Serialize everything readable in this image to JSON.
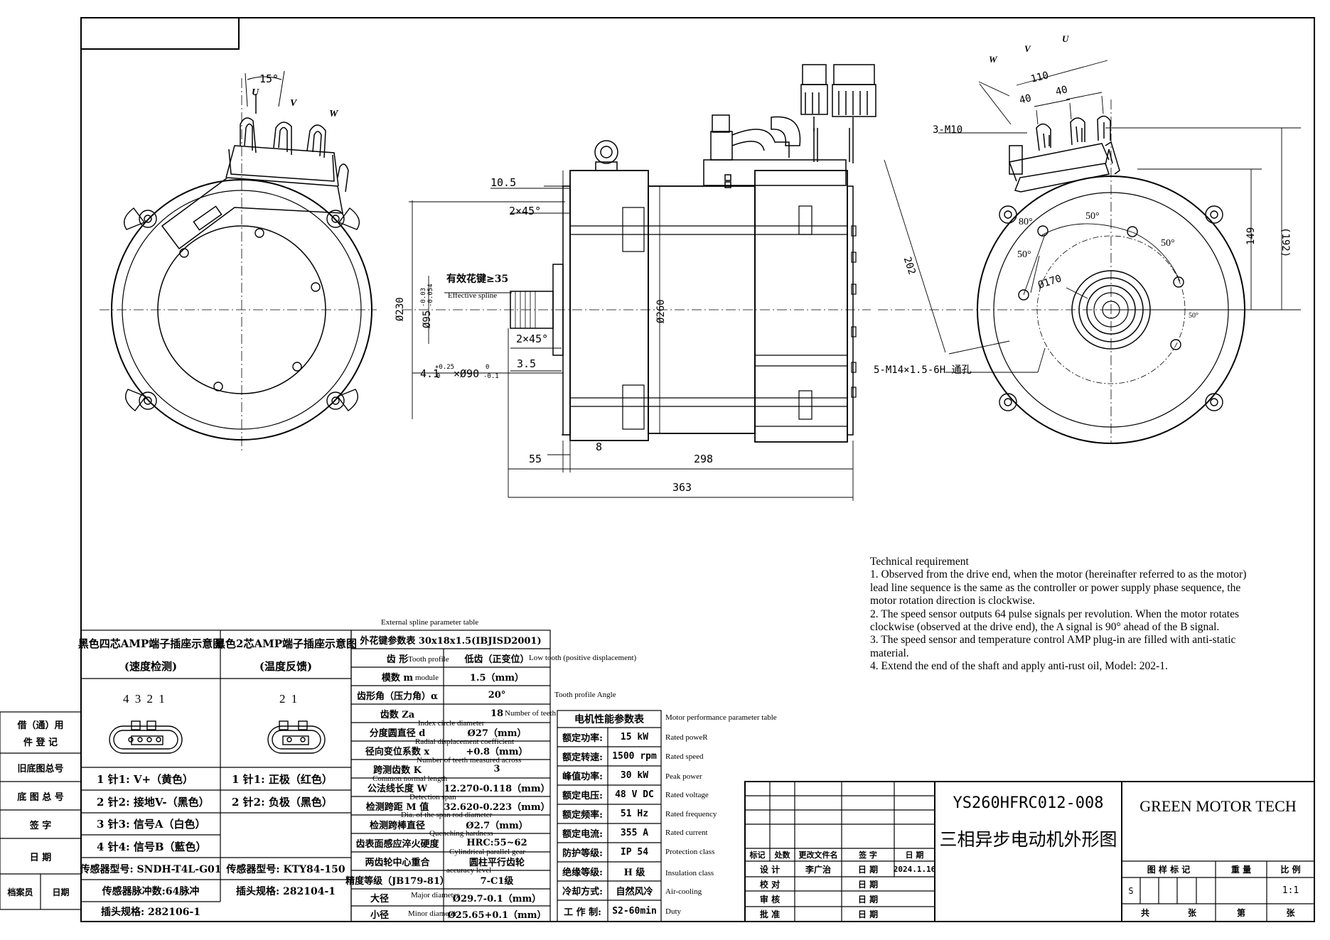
{
  "front_view": {
    "angle": "15°",
    "phases": [
      "U",
      "V",
      "W"
    ]
  },
  "side_view": {
    "dims": {
      "d105": "10.5",
      "c1": "2×45°",
      "c2": "2×45°",
      "d35": "3.5",
      "d230": "Ø230",
      "d95": "Ø95",
      "d95_tol_up": "-0.03",
      "d95_tol_dn": "-0.054",
      "d260": "Ø260",
      "d55": "55",
      "d8": "8",
      "d298": "298",
      "d363": "363",
      "key_main": "4.1",
      "key_up": "+0.25",
      "key_dn": "0",
      "key_x": "×Ø90",
      "key_x_up": "0",
      "key_x_dn": "-0.1"
    },
    "spline_label": "有效花键≥35",
    "spline_label_en": "Effective spline"
  },
  "end_view": {
    "phases": [
      "W",
      "V",
      "U"
    ],
    "dims": {
      "d110": "110",
      "d40a": "40",
      "d40b": "40",
      "m10": "3-M10",
      "d202": "202",
      "d192": "(192)",
      "d149": "149",
      "a80": "80°",
      "a50a": "50°",
      "a50b": "50°",
      "a50c": "50°",
      "a50d": "50°",
      "d170": "Ø170"
    },
    "holes": "5-M14×1.5-6H 通孔"
  },
  "tech": {
    "title": "Technical requirement",
    "items": [
      "1. Observed from the drive end, when the motor (hereinafter referred to as the motor) lead line sequence is the same as the controller or power supply phase sequence, the motor rotation direction is clockwise.",
      "2. The speed sensor outputs 64 pulse signals per revolution. When the motor rotates clockwise (observed at the drive end), the A signal is 90° ahead of the B signal.",
      "3. The speed sensor and temperature control AMP plug-in are filled with anti-static material.",
      "4. Extend the end of the shaft and apply anti-rust oil, Model: 202-1."
    ]
  },
  "left_side_table": {
    "rows": [
      "借（通）用",
      "件 登 记",
      "旧底图总号",
      "底 图 总 号",
      "签 字",
      "日 期"
    ],
    "archive": "档案员",
    "date": "日期"
  },
  "connector": {
    "h1a": "黑色四芯AMP端子插座示意图",
    "h1b": "(速度检测)",
    "h2a": "黑色2芯AMP端子插座示意图",
    "h2b": "(温度反馈)",
    "pins4": "4 3 2 1",
    "pins2": "2 1",
    "left_rows": [
      "1  针1:    V+（黄色）",
      "2  针2: 接地V-（黑色）",
      "3  针3: 信号A（白色）",
      "4  针4: 信号B（藍色）"
    ],
    "right_rows": [
      "1  针1: 正极（红色）",
      "2  针2: 负极（黑色）"
    ],
    "model1": "传感器型号: SNDH-T4L-G01",
    "model2": "传感器型号: KTY84-150",
    "pulse": "传感器脉冲数:64脉冲",
    "plug2": "插头规格: 282104-1",
    "plug1": "插头规格: 282106-1"
  },
  "spline_table": {
    "caption": "External spline parameter table",
    "header": "外花键参数表 30x18x1.5(IBJISD2001)",
    "rows": [
      {
        "k": "齿 形",
        "v": "低齿（正变位）",
        "en": "Tooth profile",
        "en2": "Low tooth (positive displacement)"
      },
      {
        "k": "模数 m",
        "v": "1.5（mm）",
        "en": "module"
      },
      {
        "k": "齿形角（压力角）α",
        "v": "20°",
        "en2": "Tooth profile Angle"
      },
      {
        "k": "齿数 Za",
        "v": "18",
        "en2": "Number of teeth"
      },
      {
        "k": "分度圆直径 d",
        "v": "Ø27（mm）",
        "en": "Index circle diameter"
      },
      {
        "k": "径向变位系数 x",
        "v": "+0.8（mm）",
        "en": "Radial displacement coefficient"
      },
      {
        "k": "跨测齿数 K",
        "v": "3",
        "en": "Number of teeth measured across"
      },
      {
        "k": "公法线长度 W",
        "v": "12.270-0.118（mm）",
        "en": "Common normal length"
      },
      {
        "k": "检测跨距 M 值",
        "v": "32.620-0.223（mm）",
        "en": "Detection span"
      },
      {
        "k": "检测跨棒直径",
        "v": "Ø2.7（mm）",
        "en": "Dia. of the span rod diameter"
      },
      {
        "k": "齿表面感应淬火硬度",
        "v": "HRC:55~62",
        "en": "Quenching hardness"
      },
      {
        "k": "两齿轮中心重合",
        "v": "圆柱平行齿轮",
        "en": "Cylindrical parallel gear"
      },
      {
        "k": "精度等级（JB179-81）",
        "v": "7-C1级",
        "en": "accuracy level"
      },
      {
        "k": "大径",
        "v": "Ø29.7-0.1（mm）",
        "en": "Major diameter"
      },
      {
        "k": "小径",
        "v": "Ø25.65+0.1（mm）",
        "en": "Minor diameter"
      }
    ]
  },
  "motor_table": {
    "header": "电机性能参数表",
    "caption": "Motor performance parameter table",
    "rows": [
      {
        "k": "额定功率:",
        "v": "15 kW",
        "en": "Rated poweR"
      },
      {
        "k": "额定转速:",
        "v": "1500 rpm",
        "en": "Rated speed"
      },
      {
        "k": "峰值功率:",
        "v": "30 kW",
        "en": "Peak power"
      },
      {
        "k": "额定电压:",
        "v": "48 V DC",
        "en": "Rated voltage"
      },
      {
        "k": "额定频率:",
        "v": "51 Hz",
        "en": "Rated frequency"
      },
      {
        "k": "额定电流:",
        "v": "355 A",
        "en": "Rated current"
      },
      {
        "k": "防护等级:",
        "v": "IP 54",
        "en": "Protection class"
      },
      {
        "k": "绝缘等级:",
        "v": "H 级",
        "en": "Insulation class"
      },
      {
        "k": "冷却方式:",
        "v": "自然风冷",
        "en": "Air-cooling"
      },
      {
        "k": "工 作 制:",
        "v": "S2-60min",
        "en": "Duty"
      }
    ]
  },
  "title_block": {
    "drawing_no": "YS260HFRC012-008",
    "drawing_name": "三相异步电动机外形图",
    "company": "GREEN MOTOR TECH",
    "rev_header": [
      "标记",
      "处数",
      "更改文件名",
      "签 字",
      "日 期"
    ],
    "roles": [
      "设 计",
      "校 对",
      "审 核",
      "批 准"
    ],
    "designer": "李广治",
    "date_label": "日 期",
    "design_date": "2024.1.16",
    "stage": "图 样 标 记",
    "weight": "重 量",
    "scale": "比 例",
    "stage_val": "S",
    "scale_val": "1:1",
    "total": "共",
    "sheets": "张",
    "sheet": "第",
    "sheets2": "张"
  }
}
